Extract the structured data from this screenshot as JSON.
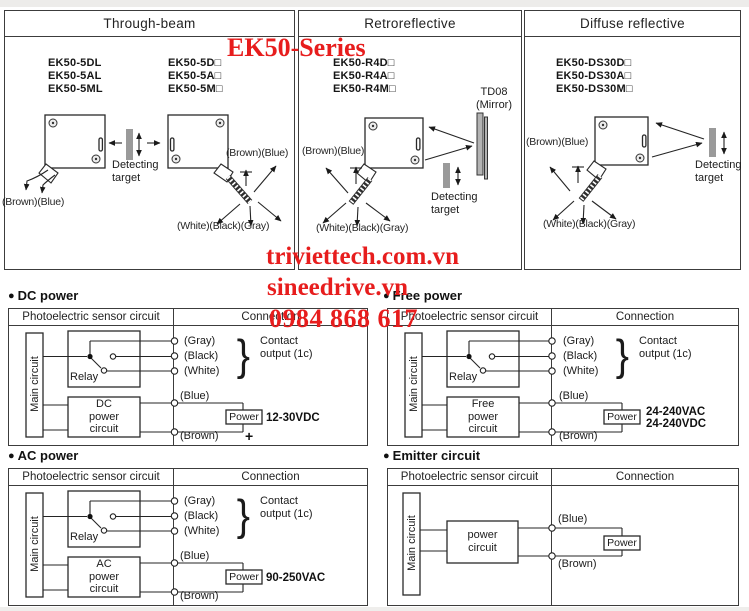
{
  "ui": {
    "bullet": "●"
  },
  "watermark": {
    "series": "EK50-Series",
    "site1": "triviettech.com.vn",
    "site2": "sineedrive.vn",
    "phone": "0984 868 617",
    "color": "#e71d1d"
  },
  "panels": [
    {
      "title": "Through-beam",
      "models_left": [
        "EK50-5DL",
        "EK50-5AL",
        "EK50-5ML"
      ],
      "models_right": [
        "EK50-5D□",
        "EK50-5A□",
        "EK50-5M□"
      ],
      "emitter_wires": "(Brown)(Blue)",
      "receiver_wires_top": "(Brown)(Blue)",
      "receiver_wires_bottom": "(White)(Black)(Gray)",
      "target": "Detecting\ntarget"
    },
    {
      "title": "Retroreflective",
      "models": [
        "EK50-R4D□",
        "EK50-R4A□",
        "EK50-R4M□"
      ],
      "mirror": "TD08\n(Mirror)",
      "wires_top": "(Brown)(Blue)",
      "wires_bottom": "(White)(Black)(Gray)",
      "target": "Detecting\ntarget"
    },
    {
      "title": "Diffuse reflective",
      "models": [
        "EK50-DS30D□",
        "EK50-DS30A□",
        "EK50-DS30M□"
      ],
      "wires_top": "(Brown)(Blue)",
      "wires_bottom": "(White)(Black)(Gray)",
      "target": "Detecting\ntarget"
    }
  ],
  "circuits": {
    "col_sensor": "Photoelectric sensor circuit",
    "col_connection": "Connection",
    "dc": {
      "section": "DC power",
      "main": "Main circuit",
      "relay": "Relay",
      "power_circuit": "DC\npower\ncircuit",
      "wires": [
        "(Gray)",
        "(Black)",
        "(White)",
        "(Blue)",
        "(Brown)"
      ],
      "brace": "}",
      "contact": "Contact\noutput (1c)",
      "power": "Power",
      "voltage": "12-30VDC",
      "polarity": "+"
    },
    "free": {
      "section": "Free power",
      "main": "Main circuit",
      "relay": "Relay",
      "power_circuit": "Free\npower\ncircuit",
      "wires": [
        "(Gray)",
        "(Black)",
        "(White)",
        "(Blue)",
        "(Brown)"
      ],
      "brace": "}",
      "contact": "Contact\noutput (1c)",
      "power": "Power",
      "voltage": "24-240VAC\n24-240VDC"
    },
    "ac": {
      "section": "AC power",
      "main": "Main circuit",
      "relay": "Relay",
      "power_circuit": "AC\npower\ncircuit",
      "wires": [
        "(Gray)",
        "(Black)",
        "(White)",
        "(Blue)",
        "(Brown)"
      ],
      "brace": "}",
      "contact": "Contact\noutput (1c)",
      "power": "Power",
      "voltage": "90-250VAC"
    },
    "emitter": {
      "section": "Emitter circuit",
      "main": "Main circuit",
      "power_circuit": "power\ncircuit",
      "wires": [
        "(Blue)",
        "(Brown)"
      ],
      "power": "Power"
    }
  }
}
